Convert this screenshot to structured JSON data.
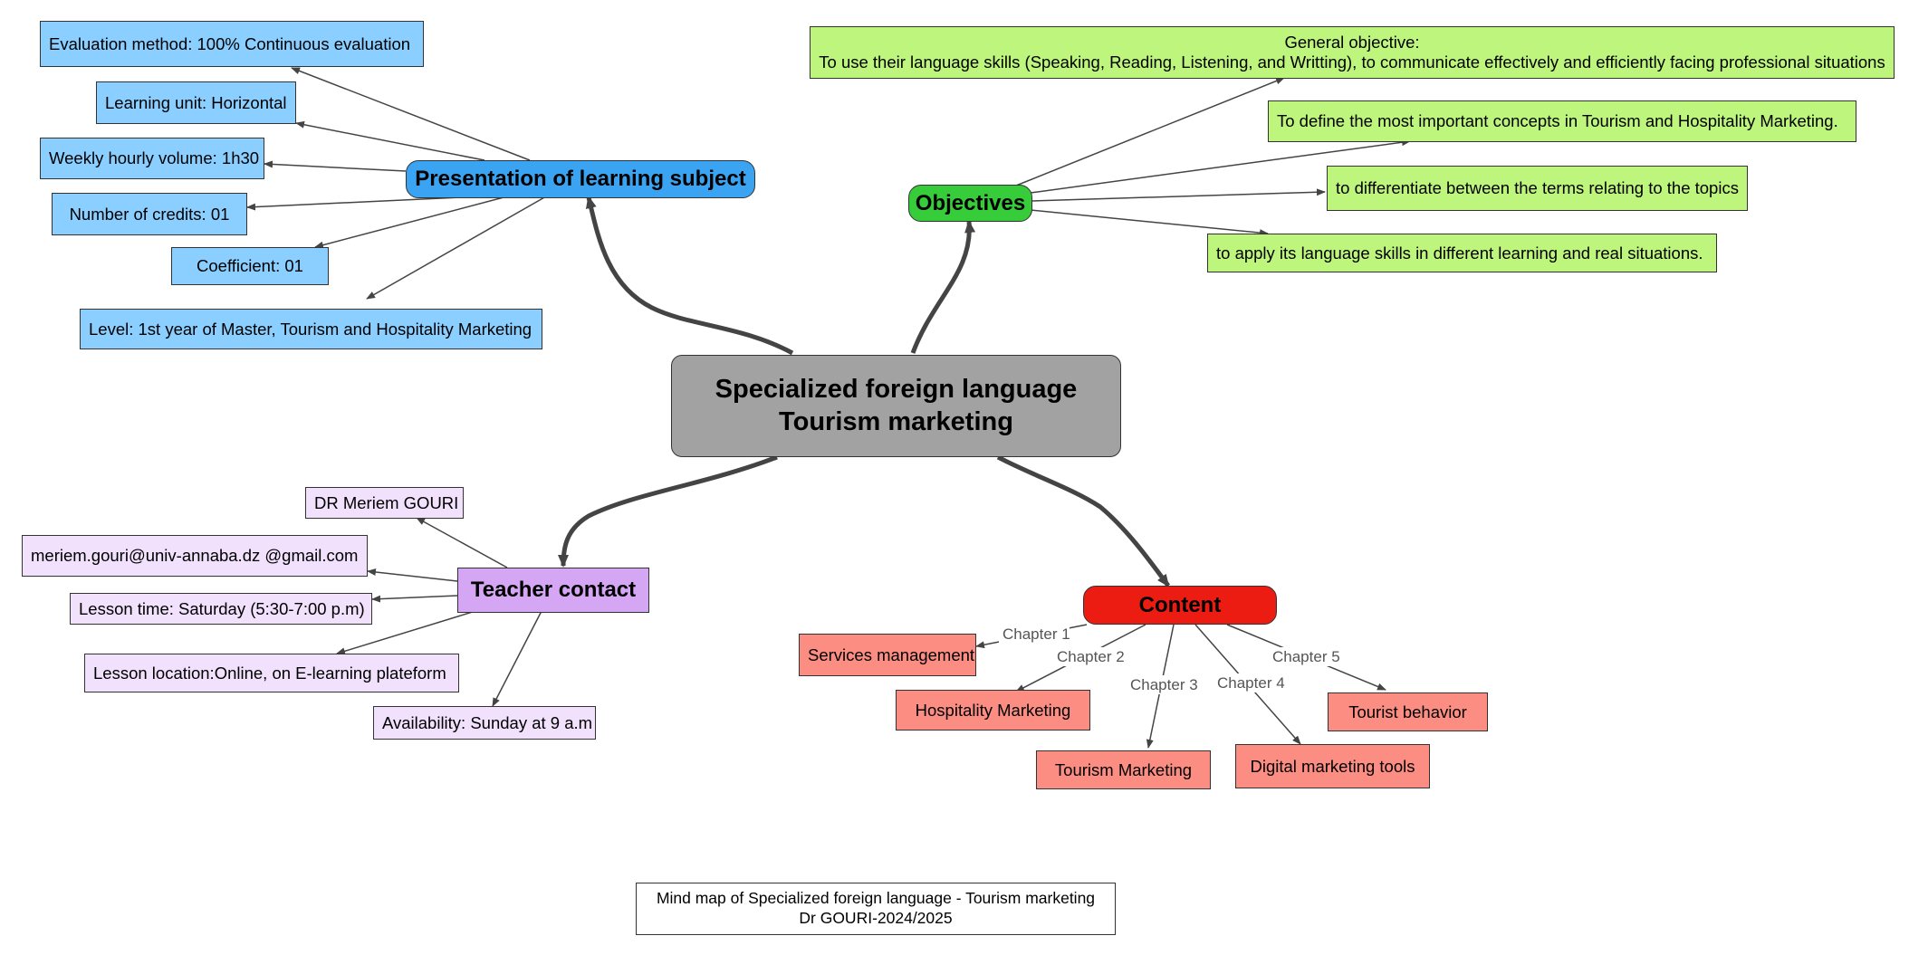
{
  "central": {
    "line1": "Specialized foreign language",
    "line2": "Tourism marketing"
  },
  "presentation": {
    "title": "Presentation of learning subject",
    "items": [
      "Evaluation method: 100% Continuous evaluation",
      "Learning unit: Horizontal",
      "Weekly hourly volume: 1h30",
      "Number of credits: 01",
      "Coefficient: 01",
      "Level: 1st year of Master, Tourism and Hospitality Marketing"
    ]
  },
  "objectives": {
    "title": "Objectives",
    "general_heading": "General objective:",
    "general_text": "To use their language skills (Speaking, Reading, Listening, and Writting), to communicate effectively and efficiently facing professional situations",
    "items": [
      "To define the most important concepts in Tourism and Hospitality Marketing.",
      "to differentiate between the terms relating to the topics",
      "to apply its language skills in different learning and real situations."
    ]
  },
  "teacher": {
    "title": "Teacher contact",
    "items": [
      "DR Meriem GOURI",
      "meriem.gouri@univ-annaba.dz @gmail.com",
      "Lesson time: Saturday (5:30-7:00 p.m)",
      "Lesson location:Online, on E-learning plateform",
      "Availability: Sunday at 9 a.m"
    ]
  },
  "content": {
    "title": "Content",
    "chapters": [
      {
        "label": "Chapter 1",
        "topic": "Services management"
      },
      {
        "label": "Chapter 2",
        "topic": "Hospitality Marketing"
      },
      {
        "label": "Chapter 3",
        "topic": "Tourism Marketing"
      },
      {
        "label": "Chapter 4",
        "topic": "Digital marketing tools"
      },
      {
        "label": "Chapter 5",
        "topic": "Tourist behavior"
      }
    ]
  },
  "footer": {
    "line1": "Mind map of Specialized foreign language -  Tourism marketing",
    "line2": "Dr GOURI-2024/2025"
  },
  "colors": {
    "central": "#a2a2a2",
    "presentation_hub": "#3ba4f2",
    "presentation_items": "#8acfff",
    "objectives_hub": "#37cc3a",
    "objectives_items": "#bdf57d",
    "teacher_hub": "#d4a6f4",
    "teacher_items": "#f1e1fc",
    "content_hub": "#ec1c12",
    "content_items": "#fb8d83",
    "link": "#444444"
  }
}
